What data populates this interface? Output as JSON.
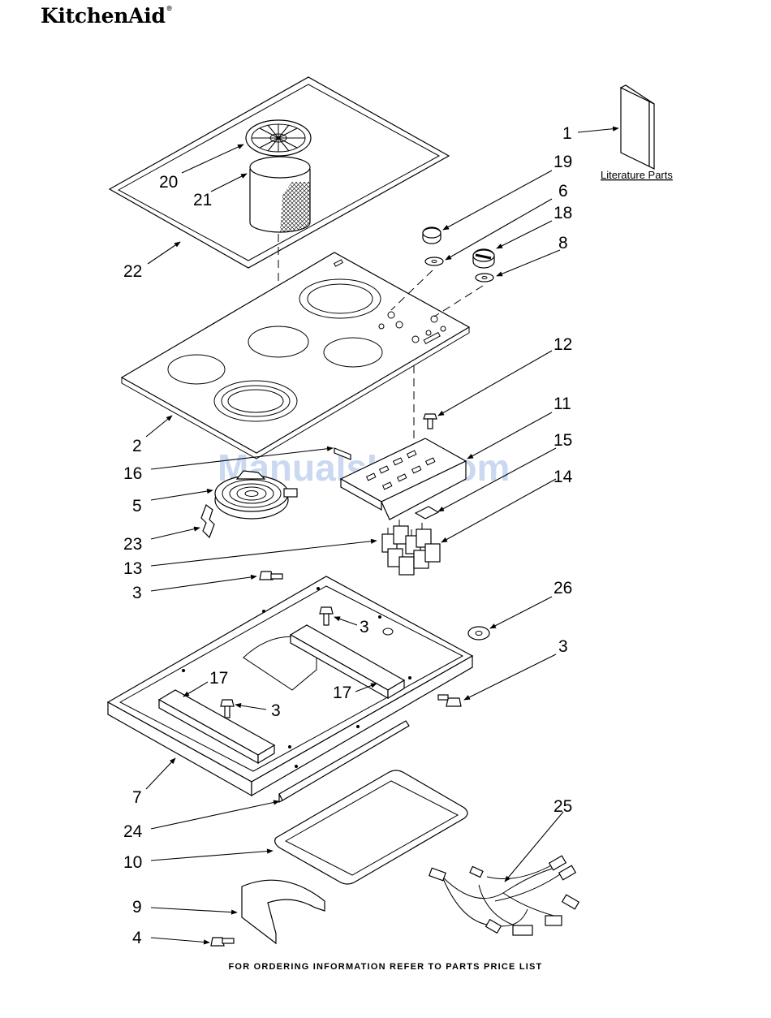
{
  "brand": {
    "name": "KitchenAid",
    "mark": "®"
  },
  "footer": {
    "text": "FOR ORDERING INFORMATION REFER TO PARTS PRICE LIST"
  },
  "literature": {
    "label": "Literature Parts"
  },
  "watermark": {
    "text": "ManualsLib.com"
  },
  "callouts": {
    "c1": "1",
    "c19": "19",
    "c6": "6",
    "c18": "18",
    "c8": "8",
    "c20": "20",
    "c21": "21",
    "c22": "22",
    "c2": "2",
    "c12": "12",
    "c11": "11",
    "c15": "15",
    "c16": "16",
    "c14": "14",
    "c5": "5",
    "c23": "23",
    "c13": "13",
    "c3a": "3",
    "c26": "26",
    "c3b": "3",
    "c3c": "3",
    "c3d": "3",
    "c17a": "17",
    "c17b": "17",
    "c7": "7",
    "c24": "24",
    "c25": "25",
    "c10": "10",
    "c9": "9",
    "c4": "4"
  }
}
